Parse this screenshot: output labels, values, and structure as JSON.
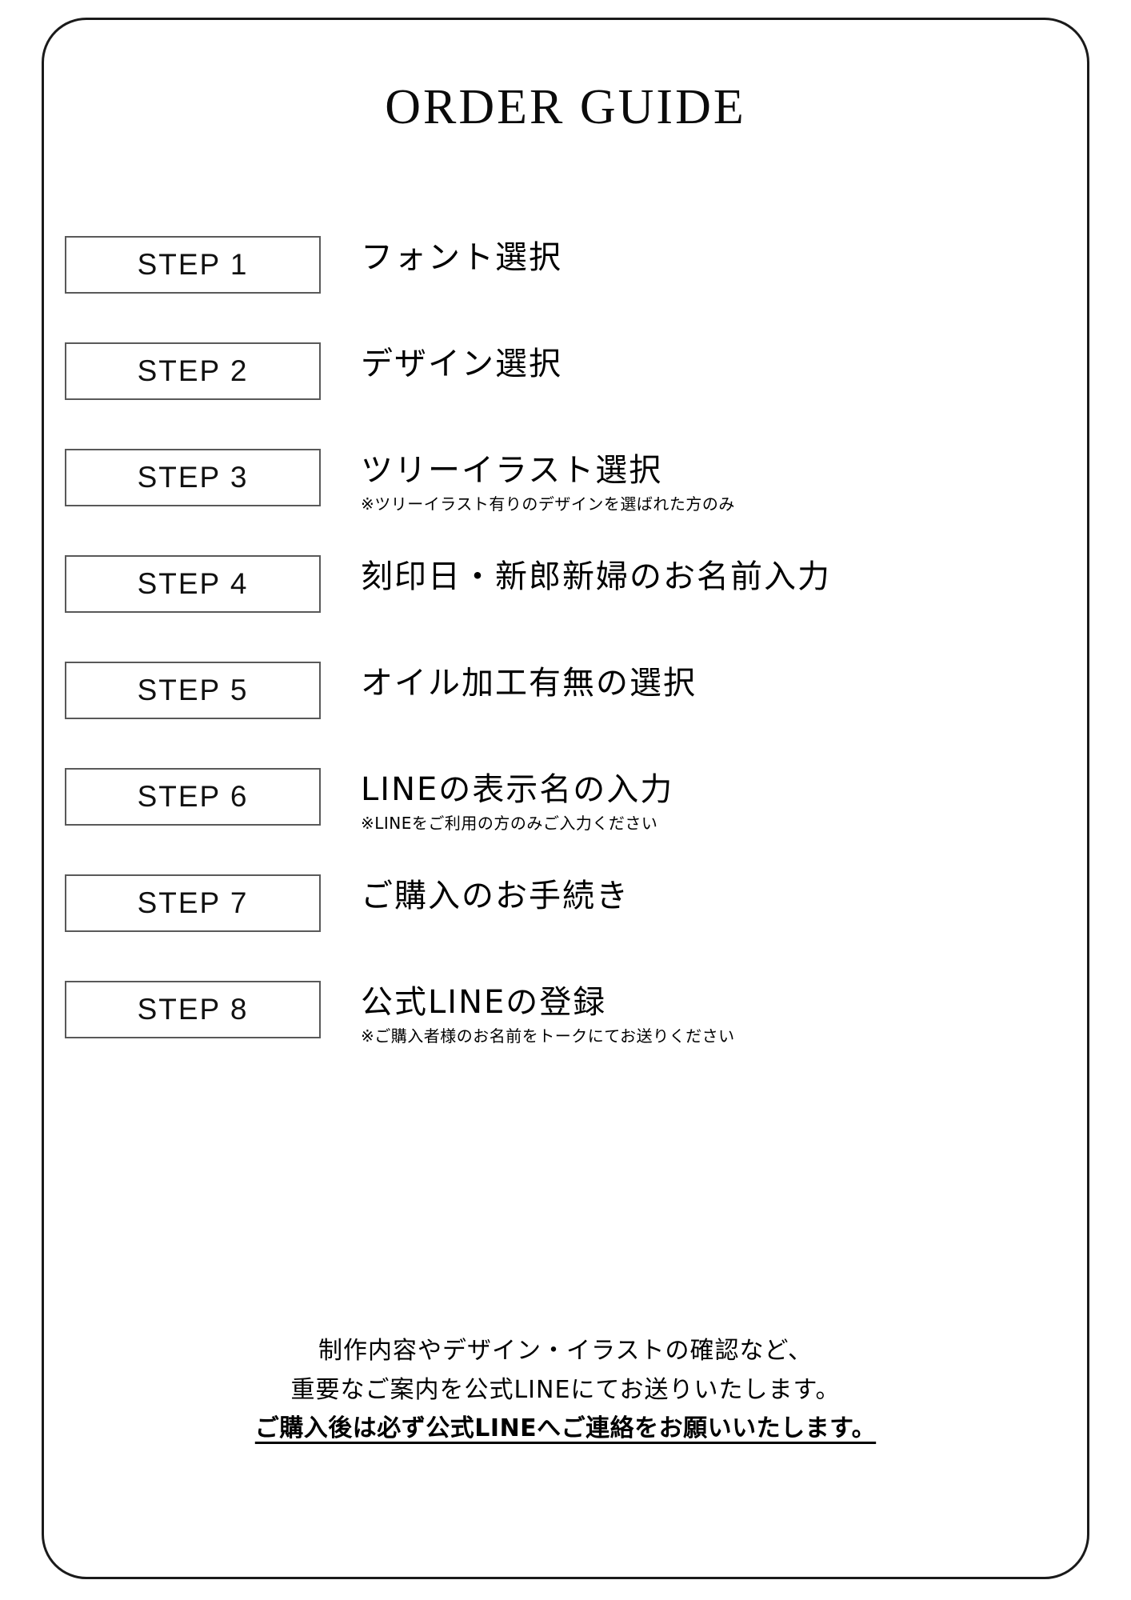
{
  "document": {
    "title": "ORDER GUIDE"
  },
  "steps": [
    {
      "box_label": "STEP 1",
      "description": "フォント選択",
      "note": ""
    },
    {
      "box_label": "STEP 2",
      "description": "デザイン選択",
      "note": ""
    },
    {
      "box_label": "STEP 3",
      "description": "ツリーイラスト選択",
      "note": "※ツリーイラスト有りのデザインを選ばれた方のみ"
    },
    {
      "box_label": "STEP 4",
      "description": "刻印日・新郎新婦のお名前入力",
      "note": ""
    },
    {
      "box_label": "STEP 5",
      "description": "オイル加工有無の選択",
      "note": ""
    },
    {
      "box_label": "STEP 6",
      "description": "LINEの表示名の入力",
      "note": "※LINEをご利用の方のみご入力ください"
    },
    {
      "box_label": "STEP 7",
      "description": "ご購入のお手続き",
      "note": ""
    },
    {
      "box_label": "STEP 8",
      "description": "公式LINEの登録",
      "note": "※ご購入者様のお名前をトークにてお送りください"
    }
  ],
  "footer": {
    "line1": "制作内容やデザイン・イラストの確認など、",
    "line2": "重要なご案内を公式LINEにてお送りいたします。",
    "line3": "ご購入後は必ず公式LINEへご連絡をお願いいたします。"
  },
  "colors": {
    "card_border": "#1a1a1a",
    "box_border": "#595959",
    "text": "#000000",
    "background": "#ffffff"
  }
}
